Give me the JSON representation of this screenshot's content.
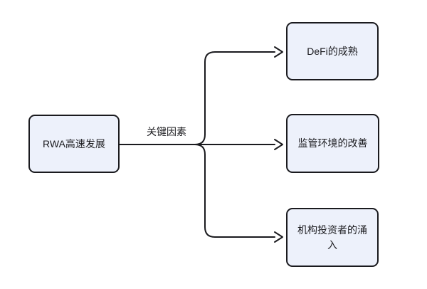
{
  "diagram": {
    "type": "flowchart",
    "background_color": "#ffffff",
    "node_fill_color": "#edf1fb",
    "node_border_color": "#1a1a1e",
    "edge_color": "#1a1a1e",
    "text_color": "#1b1b1f",
    "source": {
      "label": "RWA高速发展"
    },
    "edge_label": "关键因素",
    "targets": [
      {
        "label": "DeFi的成熟"
      },
      {
        "label": "监管环境的改善"
      },
      {
        "label": "机构投资者的涌入"
      }
    ]
  }
}
